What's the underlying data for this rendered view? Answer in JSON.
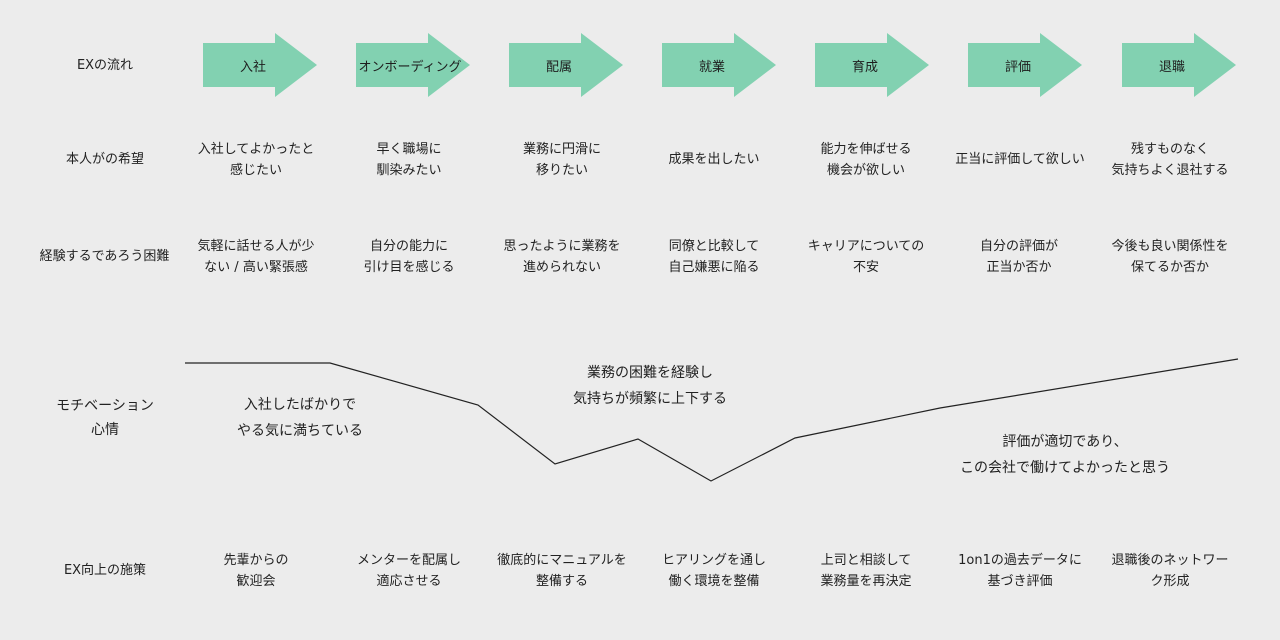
{
  "colors": {
    "arrow": "#82d1b1",
    "background": "#ececec",
    "line": "#222222"
  },
  "row_labels": {
    "flow": "EXの流れ",
    "wish": "本人がの希望",
    "difficulty": "経験するであろう困難",
    "motivation": "モチベーション\n心情",
    "measures": "EX向上の施策"
  },
  "stages": [
    {
      "name": "入社",
      "wish": "入社してよかったと\n感じたい",
      "difficulty": "気軽に話せる人が少\nない / 高い緊張感",
      "measure": "先輩からの\n歓迎会"
    },
    {
      "name": "オンボーディング",
      "wish": "早く職場に\n馴染みたい",
      "difficulty": "自分の能力に\n引け目を感じる",
      "measure": "メンターを配属し\n適応させる"
    },
    {
      "name": "配属",
      "wish": "業務に円滑に\n移りたい",
      "difficulty": "思ったように業務を\n進められない",
      "measure": "徹底的にマニュアルを\n整備する"
    },
    {
      "name": "就業",
      "wish": "成果を出したい",
      "difficulty": "同僚と比較して\n自己嫌悪に陥る",
      "measure": "ヒアリングを通し\n働く環境を整備"
    },
    {
      "name": "育成",
      "wish": "能力を伸ばせる\n機会が欲しい",
      "difficulty": "キャリアについての\n不安",
      "measure": "上司と相談して\n業務量を再決定"
    },
    {
      "name": "評価",
      "wish": "正当に評価して欲しい",
      "difficulty": "自分の評価が\n正当か否か",
      "measure": "1on1の過去データに\n基づき評価"
    },
    {
      "name": "退職",
      "wish": "残すものなく\n気持ちよく退社する",
      "difficulty": "今後も良い関係性を\n保てるか否か",
      "measure": "退職後のネットワー\nク形成"
    }
  ],
  "motivation_annotations": [
    "入社したばかりで\nやる気に満ちている",
    "業務の困難を経験し\n気持ちが頻繁に上下する",
    "評価が適切であり、\nこの会社で働けてよかったと思う"
  ]
}
